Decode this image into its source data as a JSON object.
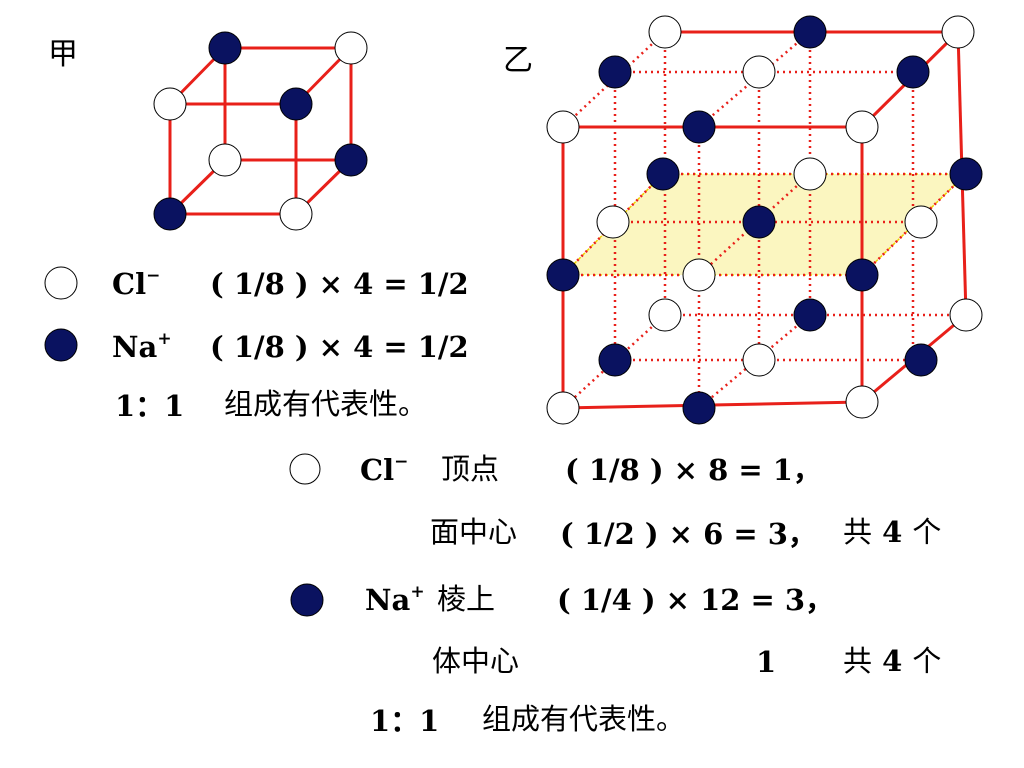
{
  "labels": {
    "jia": "甲",
    "yi": "乙"
  },
  "left": {
    "cl_symbol": "Cl",
    "cl_sign": "−",
    "cl_formula": "( 1/8 ) × 4 =  1/2",
    "na_symbol": "Na",
    "na_sign": "+",
    "na_formula": "( 1/8 ) × 4 =  1/2",
    "ratio": "1：1",
    "ratio_note": "组成有代表性。"
  },
  "bottom": {
    "cl_symbol": "Cl",
    "cl_sign": "−",
    "cl_pos1": "顶点",
    "cl_formula1": "( 1/8 ) × 8  =  1，",
    "cl_pos2": "面中心",
    "cl_formula2": "( 1/2 ) × 6  =  3，",
    "cl_total_prefix": "共",
    "cl_total_num": "4",
    "cl_total_suffix": "个",
    "na_symbol": "Na",
    "na_sign": "+",
    "na_pos1": "棱上",
    "na_formula1": "( 1/4 ) × 12  =  3，",
    "na_pos2": "体中心",
    "na_formula2": "1",
    "na_total_prefix": "共",
    "na_total_num": "4",
    "na_total_suffix": "个",
    "ratio": "1：1",
    "ratio_note": "组成有代表性。"
  },
  "colors": {
    "edge": "#e8201a",
    "navy": "#0a1260",
    "plane": "#fbf6c0"
  }
}
